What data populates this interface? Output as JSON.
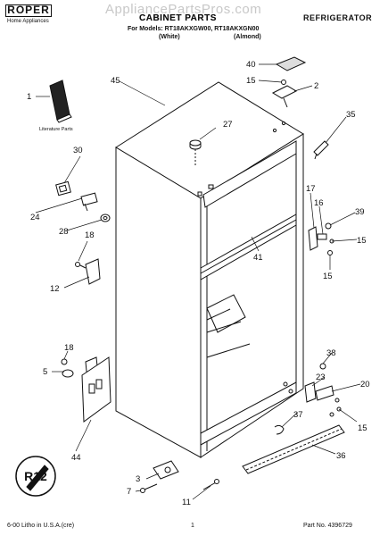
{
  "header": {
    "brand": "ROPER",
    "brand_sub": "Home Appliances",
    "watermark": "AppliancePartsPros.com",
    "title": "CABINET PARTS",
    "models_line": "For Models: RT18AKXGW00, RT18AKXGN00",
    "variant_white": "(White)",
    "variant_almond": "(Almond)",
    "category": "REFRIGERATOR"
  },
  "diagram": {
    "literature_label": "Literature Parts",
    "r12_label": "R12",
    "callouts": [
      "1",
      "2",
      "3",
      "5",
      "7",
      "11",
      "12",
      "15",
      "15",
      "15",
      "15",
      "16",
      "17",
      "18",
      "18",
      "20",
      "23",
      "24",
      "27",
      "28",
      "30",
      "35",
      "36",
      "37",
      "38",
      "39",
      "40",
      "41",
      "44",
      "45"
    ]
  },
  "footer": {
    "litho": "6-00 Litho in U.S.A.(cre)",
    "page": "1",
    "part_no": "Part No. 4396729"
  }
}
